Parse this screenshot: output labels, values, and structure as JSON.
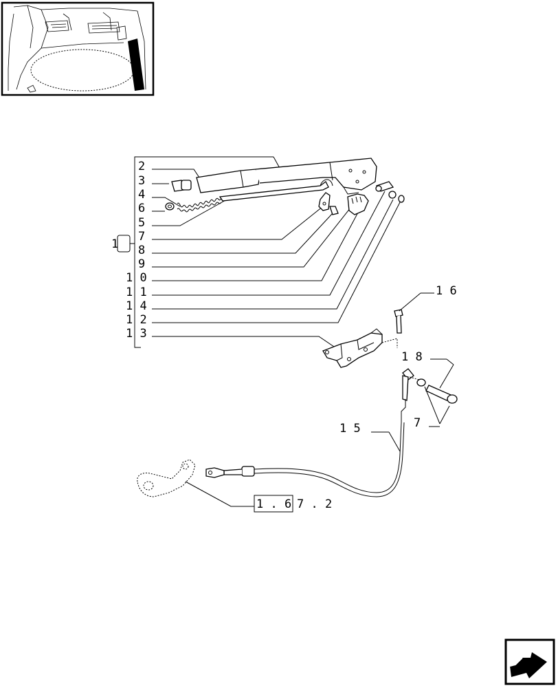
{
  "callouts": {
    "c2": "2",
    "c3": "3",
    "c4": "4",
    "c6": "6",
    "c5": "5",
    "c7": "7",
    "c8": "8",
    "c9": "9",
    "c10": "1 0",
    "c11": "1 1",
    "c14": "1 4",
    "c12": "1 2",
    "c13": "1 3",
    "c16": "1 6",
    "c18": "1 8",
    "c7b": "7",
    "c15": "1 5",
    "bracket_ref": "1"
  },
  "reference": {
    "box_text": "1 . 6",
    "tail_text": "7 . 2"
  },
  "icons": {
    "thumbnail": "tractor-cab-thumbnail",
    "nav": "next-page-arrow-icon"
  }
}
